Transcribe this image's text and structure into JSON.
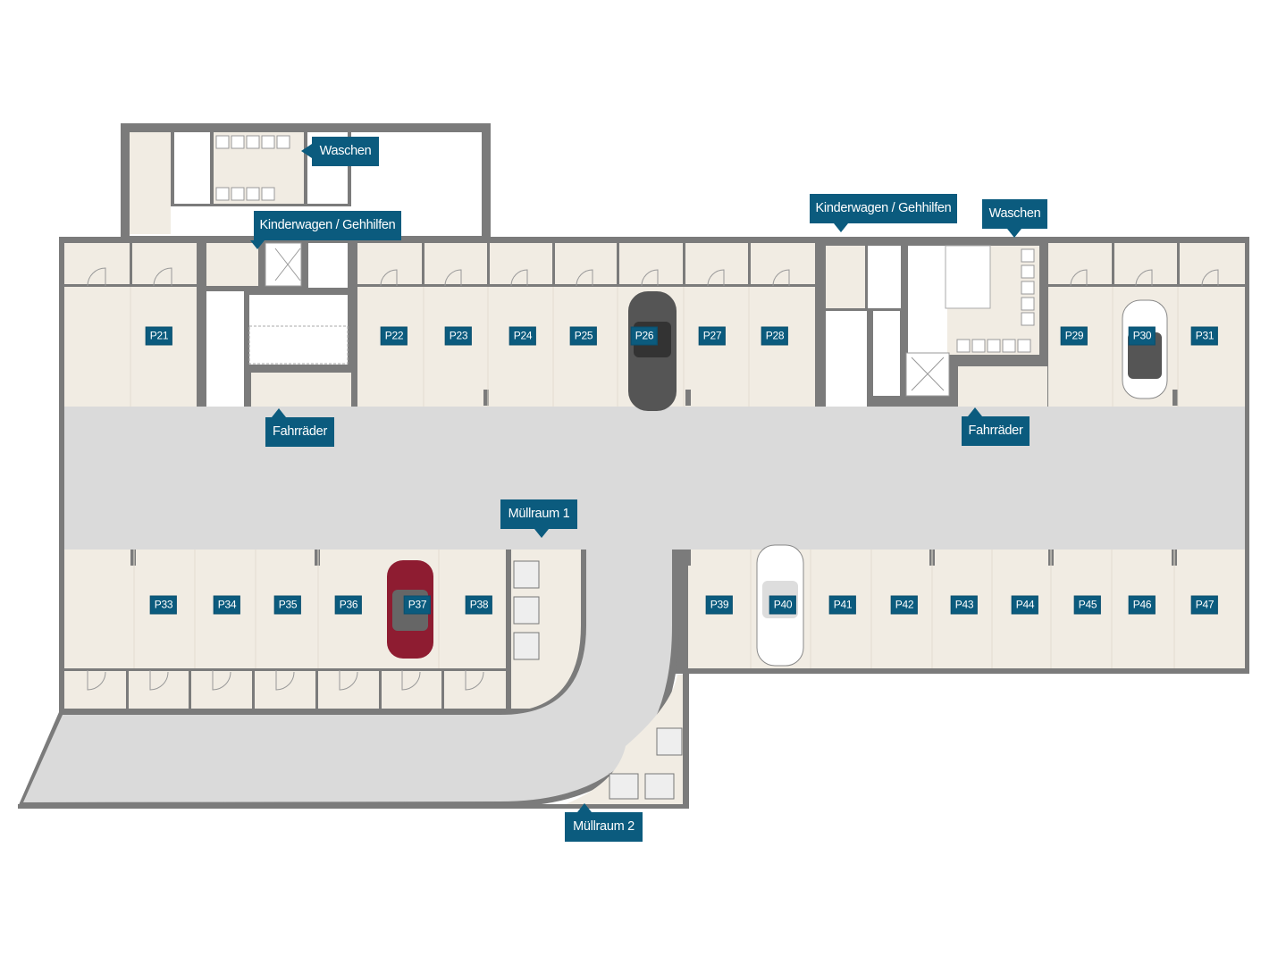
{
  "colors": {
    "wall": "#7b7b7b",
    "floor": "#f1ece3",
    "driveway": "#dadada",
    "label": "#0b5b7e"
  },
  "callouts": {
    "waschen_left": "Waschen",
    "kinderwagen_left": "Kinderwagen / Gehhilfen",
    "fahrraeder_left": "Fahrräder",
    "kinderwagen_right": "Kinderwagen / Gehhilfen",
    "waschen_right": "Waschen",
    "fahrraeder_right": "Fahrräder",
    "muellraum1": "Müllraum 1",
    "muellraum2": "Müllraum 2"
  },
  "spots": {
    "P21": "P21",
    "P22": "P22",
    "P23": "P23",
    "P24": "P24",
    "P25": "P25",
    "P26": "P26",
    "P27": "P27",
    "P28": "P28",
    "P29": "P29",
    "P30": "P30",
    "P31": "P31",
    "P33": "P33",
    "P34": "P34",
    "P35": "P35",
    "P36": "P36",
    "P37": "P37",
    "P38": "P38",
    "P39": "P39",
    "P40": "P40",
    "P41": "P41",
    "P42": "P42",
    "P43": "P43",
    "P44": "P44",
    "P45": "P45",
    "P46": "P46",
    "P47": "P47"
  }
}
